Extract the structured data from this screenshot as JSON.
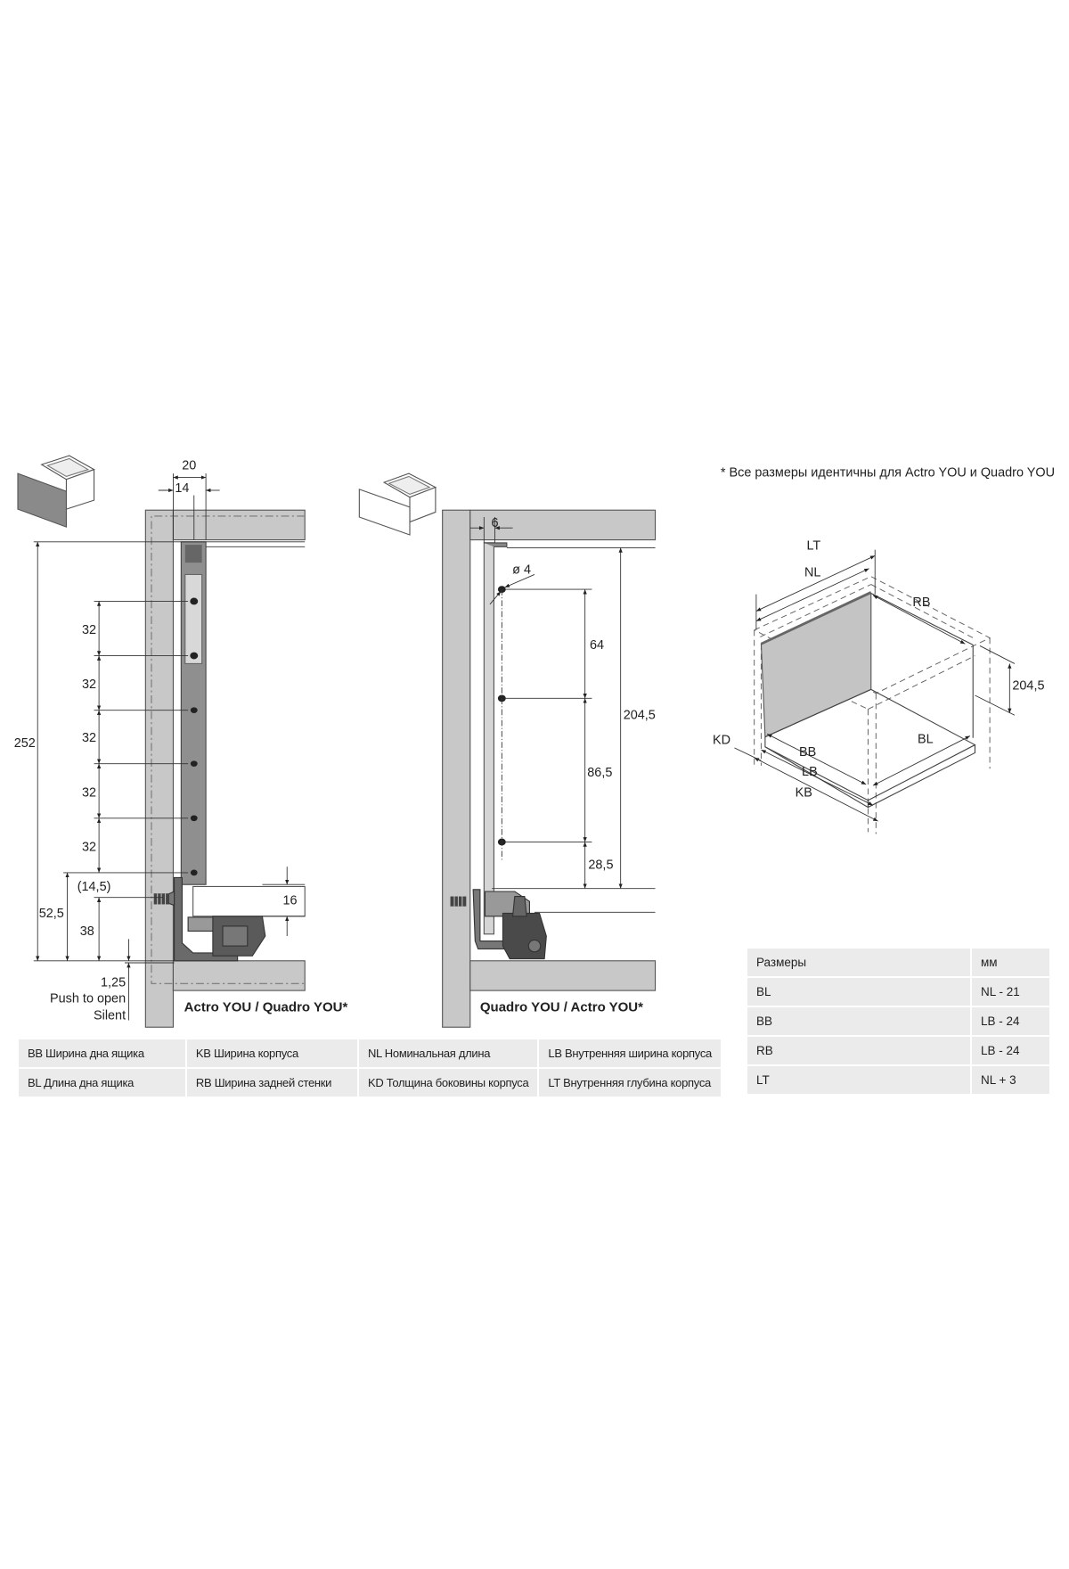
{
  "left_drawing": {
    "caption": "Actro YOU / Quadro YOU*",
    "dim_top_20": "20",
    "dim_top_14": "14",
    "dim_total": "252",
    "dim_pitch": [
      "32",
      "32",
      "32",
      "32",
      "32"
    ],
    "dim_offset": "(14,5)",
    "dim_52": "52,5",
    "dim_38": "38",
    "dim_16": "16",
    "dim_125": "1,25",
    "push_label": "Push to open",
    "silent_label": "Silent"
  },
  "middle_drawing": {
    "caption": "Quadro YOU / Actro YOU*",
    "dim_6": "6",
    "dim_hole": "ø 4",
    "dim_64": "64",
    "dim_865": "86,5",
    "dim_285": "28,5",
    "dim_2045": "204,5"
  },
  "iso_drawing": {
    "note": "* Все размеры идентичны для Actro YOU и Quadro YOU",
    "labels": {
      "LT": "LT",
      "NL": "NL",
      "RB": "RB",
      "H": "204,5",
      "KD": "KD",
      "BB": "BB",
      "LB": "LB",
      "BL": "BL",
      "KB": "KB"
    }
  },
  "legend": [
    [
      "BB Ширина дна ящика",
      "KB Ширина корпуса",
      "NL Номинальная длина",
      "LB Внутренняя ширина корпуса"
    ],
    [
      "BL Длина дна ящика",
      "RB Ширина задней стенки",
      "KD Толщина боковины корпуса",
      "LT Внутренняя глубина корпуса"
    ]
  ],
  "dimensions_table": {
    "header": [
      "Размеры",
      "мм"
    ],
    "rows": [
      [
        "BL",
        "NL - 21"
      ],
      [
        "BB",
        "LB - 24"
      ],
      [
        "RB",
        "LB - 24"
      ],
      [
        "LT",
        "NL + 3"
      ]
    ]
  },
  "colors": {
    "panel": "#c8c8c8",
    "runner": "#8f8f8f",
    "mechanism": "#4a4a4a",
    "cell": "#ebebeb",
    "back_panel": "#c4c4c4"
  }
}
